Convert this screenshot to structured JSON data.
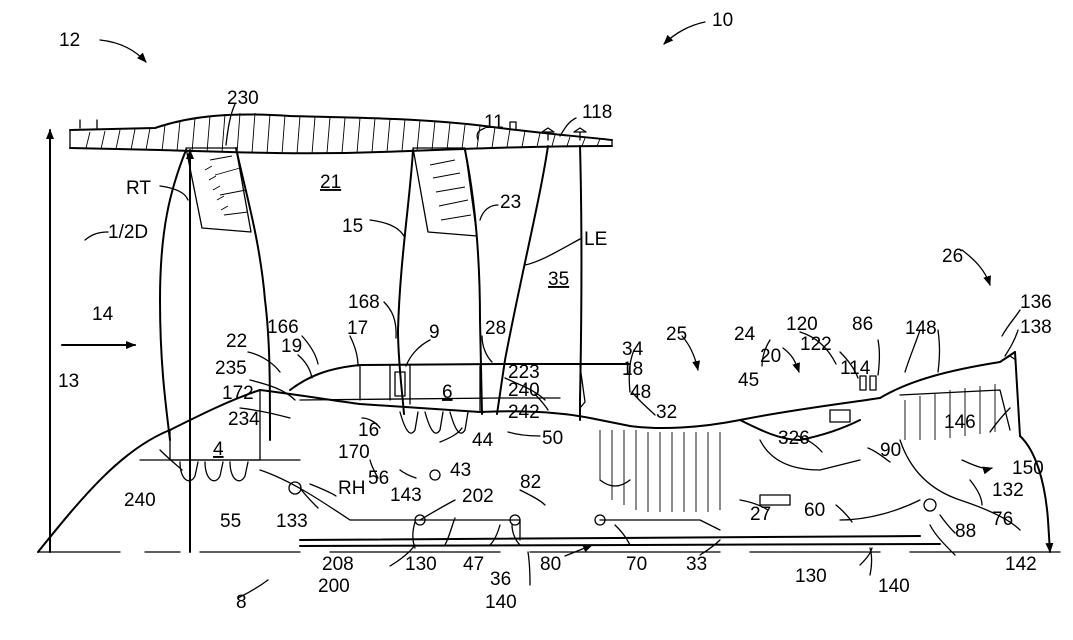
{
  "labels": {
    "l12": "12",
    "l10": "10",
    "l230": "230",
    "l11": "11",
    "l118": "118",
    "lRT": "RT",
    "l21": "21",
    "l23": "23",
    "l15": "15",
    "l1_2D": "1/2D",
    "lLE": "LE",
    "l35": "35",
    "l26": "26",
    "l136": "136",
    "l138": "138",
    "l14": "14",
    "l168": "168",
    "l9": "9",
    "l28": "28",
    "l166": "166",
    "l17": "17",
    "l22": "22",
    "l19": "19",
    "l34": "34",
    "l25": "25",
    "l24": "24",
    "l120": "120",
    "l86": "86",
    "l148": "148",
    "l122": "122",
    "l20": "20",
    "l114": "114",
    "l223": "223",
    "l18": "18",
    "l235": "235",
    "l6": "6",
    "l240a": "240",
    "l48": "48",
    "l45": "45",
    "l13": "13",
    "l172": "172",
    "l242": "242",
    "l32": "32",
    "l146": "146",
    "l234": "234",
    "l16": "16",
    "l44": "44",
    "l50": "50",
    "l326": "326",
    "l4": "4",
    "l170": "170",
    "l90": "90",
    "l56": "56",
    "l43": "43",
    "l150": "150",
    "lRH": "RH",
    "l240b": "240",
    "l143": "143",
    "l202": "202",
    "l82": "82",
    "l132": "132",
    "l55": "55",
    "l133": "133",
    "l27": "27",
    "l60": "60",
    "l76": "76",
    "l88": "88",
    "l208": "208",
    "l130a": "130",
    "l47": "47",
    "l36": "36",
    "l80": "80",
    "l70": "70",
    "l33": "33",
    "l130b": "130",
    "l142": "142",
    "l200": "200",
    "l140a": "140",
    "l140b": "140",
    "l8": "8"
  }
}
